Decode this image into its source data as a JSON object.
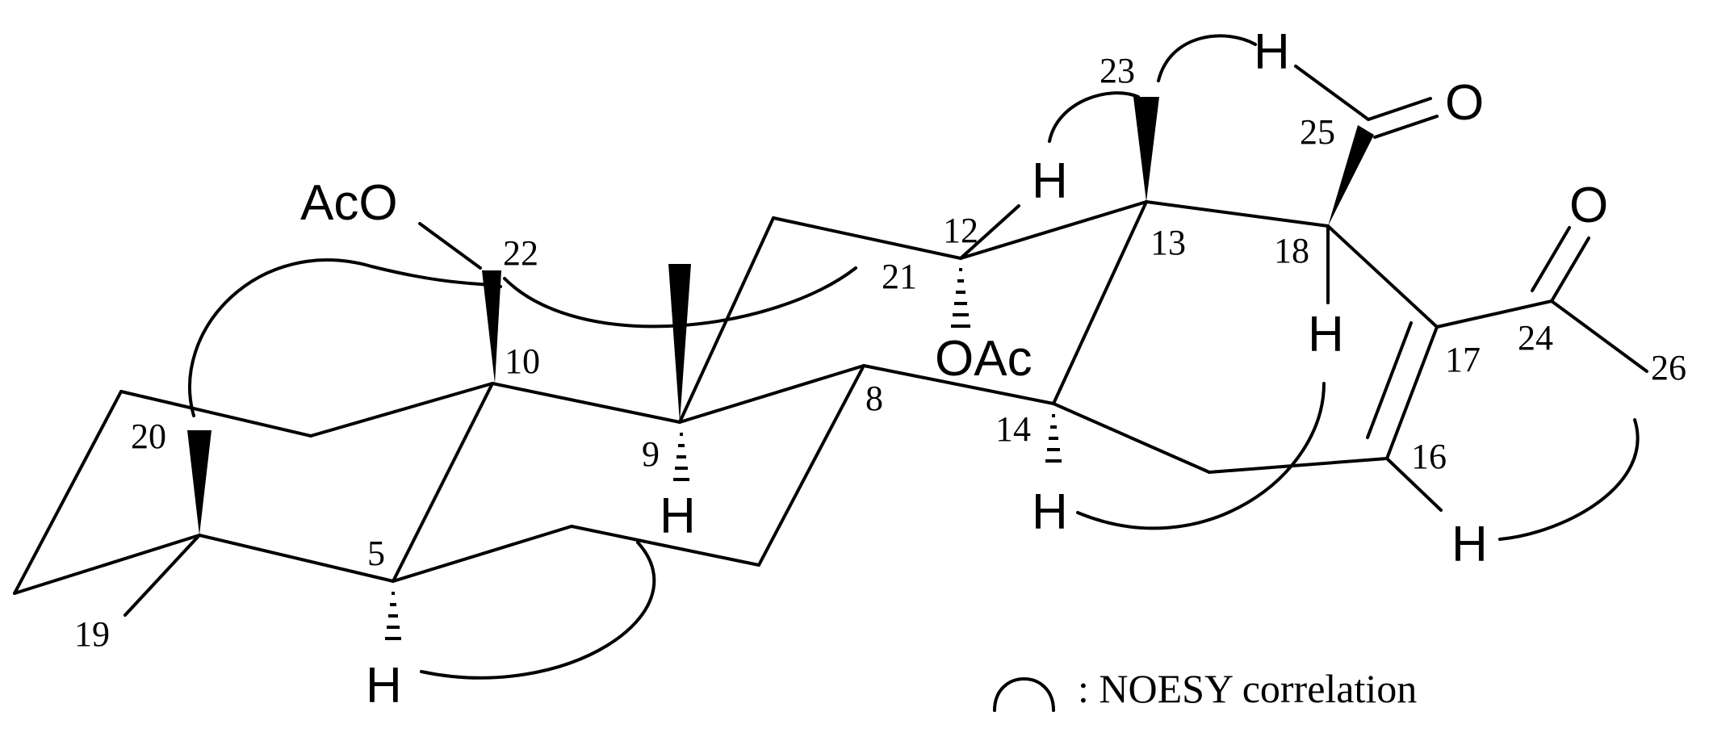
{
  "atom_numbers": {
    "n5": "5",
    "n8": "8",
    "n9": "9",
    "n10": "10",
    "n12": "12",
    "n13": "13",
    "n14": "14",
    "n16": "16",
    "n17": "17",
    "n18": "18",
    "n19": "19",
    "n20": "20",
    "n21": "21",
    "n22": "22",
    "n23": "23",
    "n24": "24",
    "n25": "25",
    "n26": "26"
  },
  "atom_labels": {
    "aco": "AcO",
    "oac": "OAc",
    "h": "H",
    "o_ketone": "O",
    "o_aldehyde": "O"
  },
  "legend": {
    "text": ": NOESY correlation"
  }
}
